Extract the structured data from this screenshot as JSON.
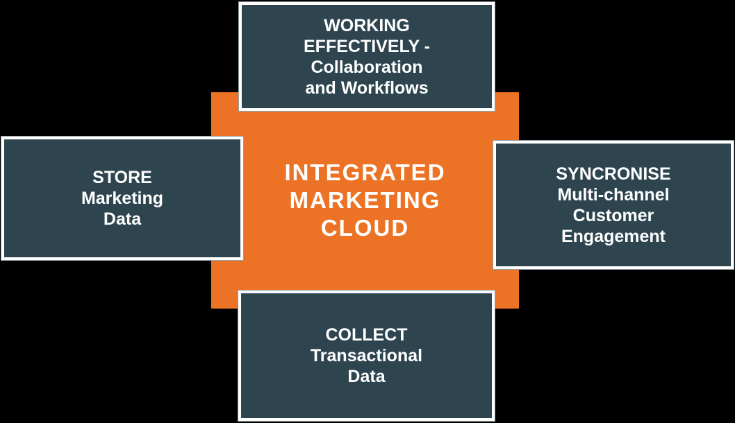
{
  "diagram": {
    "center": {
      "lines": [
        "INTEGRATED",
        "MARKETING",
        "CLOUD"
      ]
    },
    "boxes": {
      "top": {
        "lines": [
          "WORKING",
          "EFFECTIVELY -",
          "Collaboration",
          "and Workflows"
        ]
      },
      "left": {
        "lines": [
          "STORE",
          "Marketing",
          "Data"
        ]
      },
      "right": {
        "lines": [
          "SYNCRONISE",
          "Multi-channel",
          "Customer",
          "Engagement"
        ]
      },
      "bottom": {
        "lines": [
          "COLLECT",
          "Transactional",
          "Data"
        ]
      }
    },
    "colors": {
      "background": "#000000",
      "center_fill": "#EC7326",
      "box_fill": "#2E4550",
      "box_border": "#FFFFFF",
      "text": "#FFFFFF"
    }
  }
}
